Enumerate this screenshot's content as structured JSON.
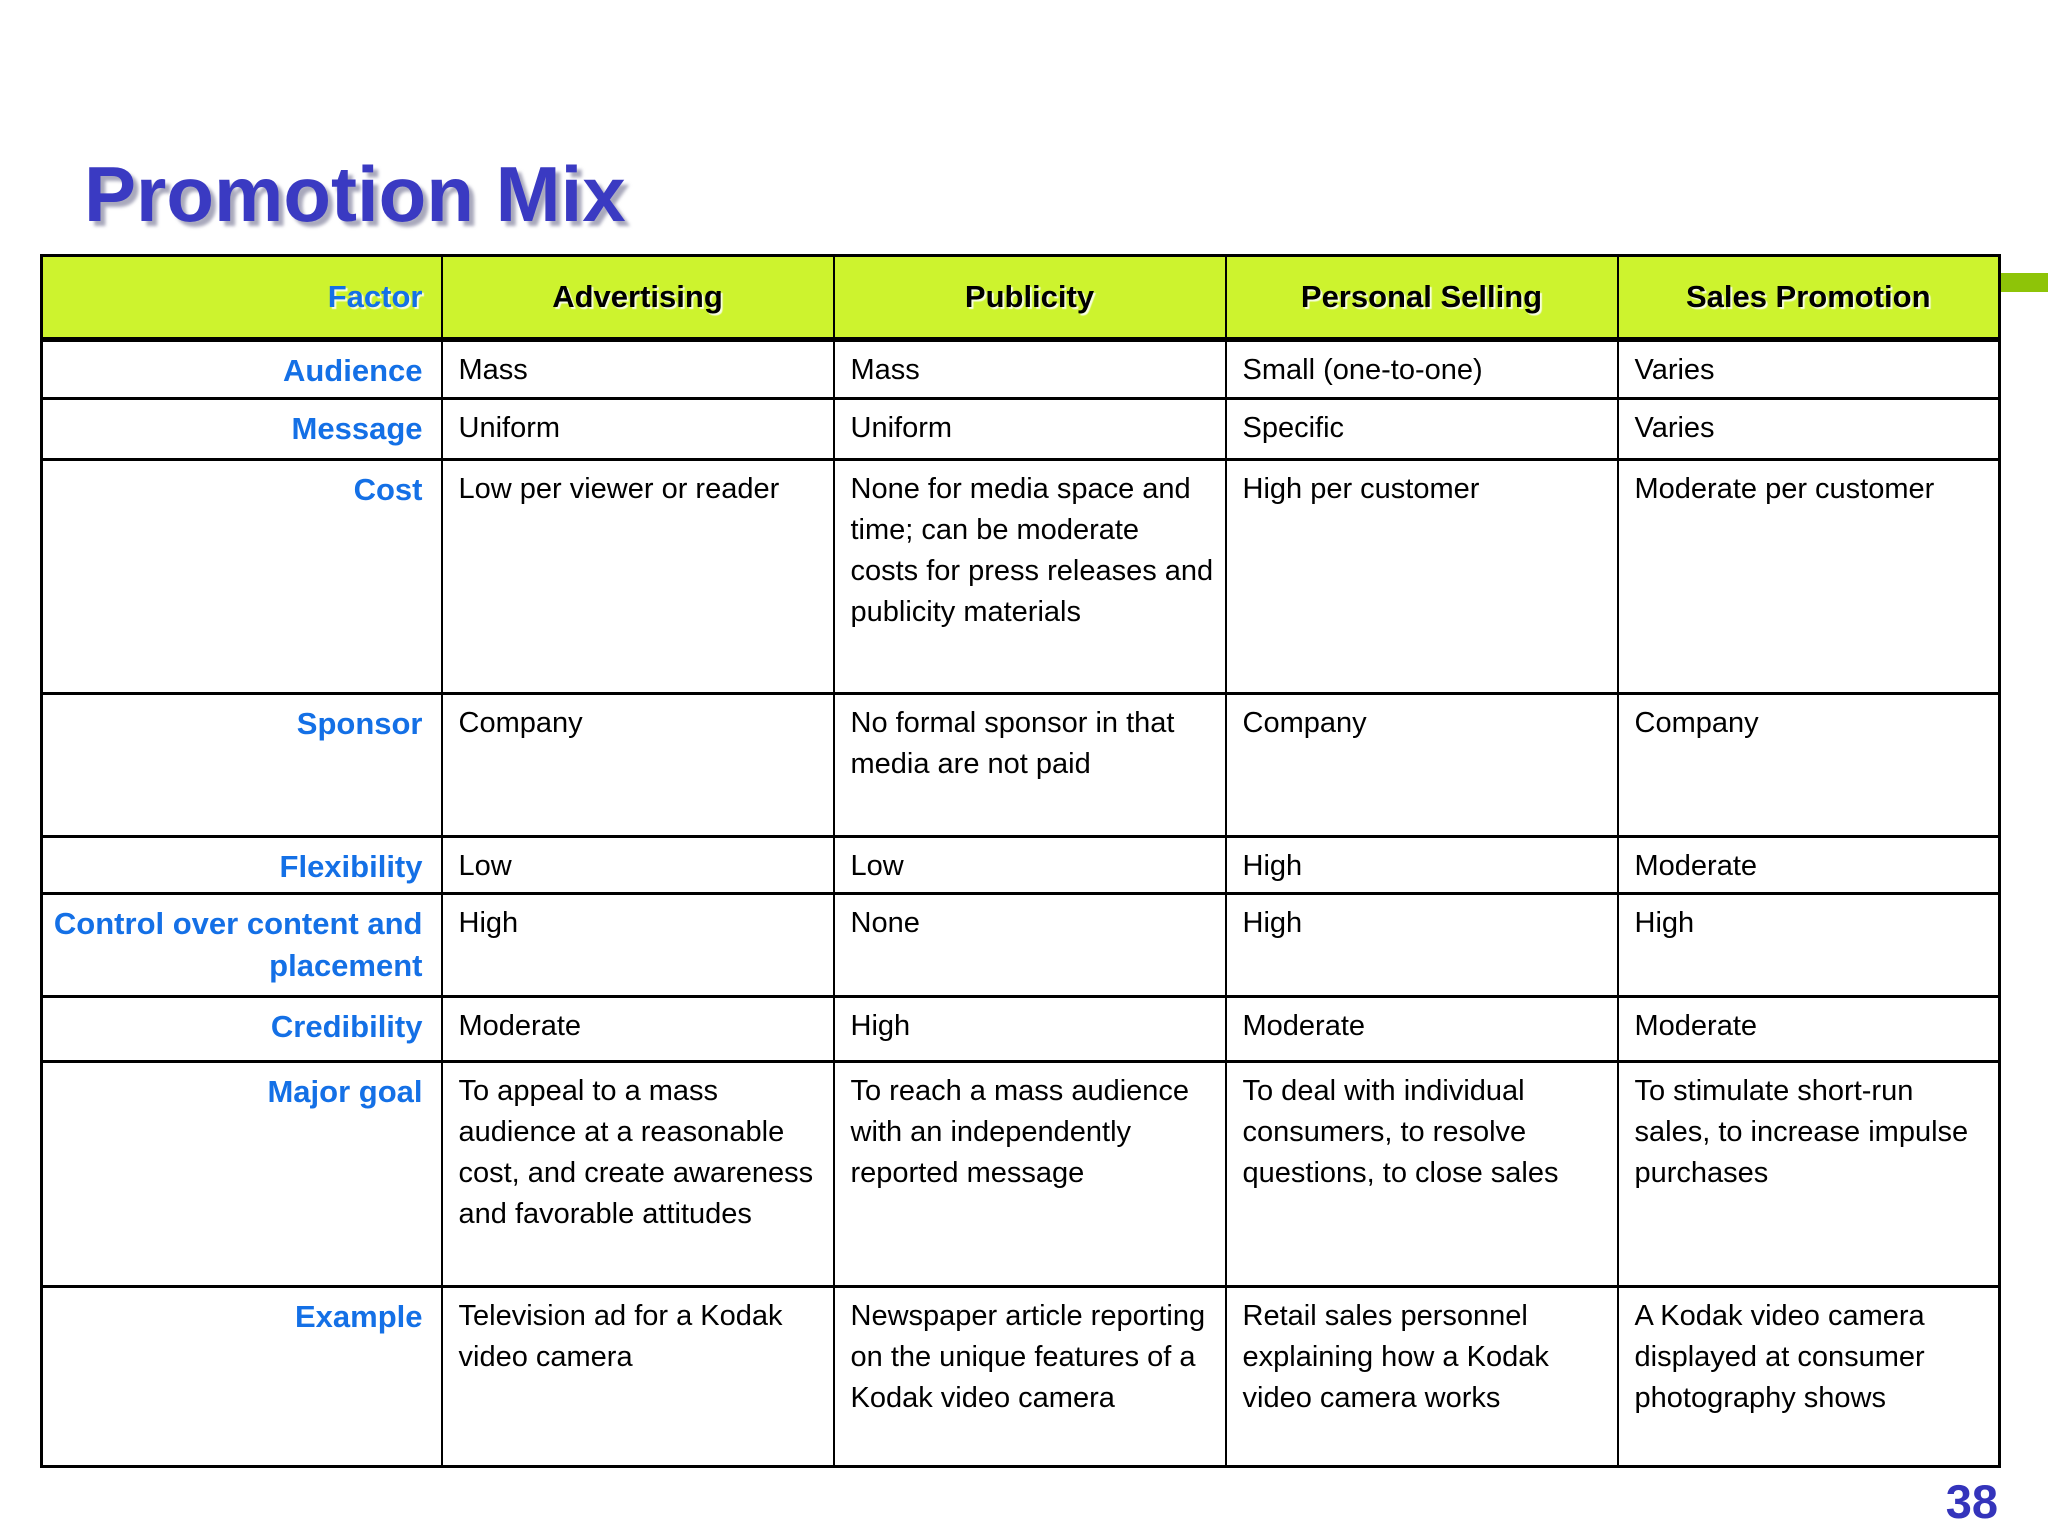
{
  "slide": {
    "title": "Promotion Mix",
    "page_number": "38"
  },
  "colors": {
    "title_blue": "#3A3AC2",
    "factor_label_blue": "#1470E6",
    "header_background_green": "#CDF32E",
    "side_tab_green": "#8EC408",
    "page_number_blue": "#3434BB",
    "table_border": "#000000"
  },
  "table": {
    "headers": [
      "Factor",
      "Advertising",
      "Publicity",
      "Personal Selling",
      "Sales Promotion"
    ],
    "rows": [
      {
        "factor": "Audience",
        "cells": [
          "Mass",
          "Mass",
          "Small (one-to-one)",
          "Varies"
        ]
      },
      {
        "factor": "Message",
        "cells": [
          "Uniform",
          "Uniform",
          "Specific",
          "Varies"
        ]
      },
      {
        "factor": "Cost",
        "cells": [
          "Low per viewer or reader",
          "None for media space and time; can be moderate costs for press releases and publicity materials",
          "High per customer",
          "Moderate per customer"
        ]
      },
      {
        "factor": "Sponsor",
        "cells": [
          "Company",
          "No formal sponsor in that media are not paid",
          "Company",
          "Company"
        ]
      },
      {
        "factor": "Flexibility",
        "cells": [
          "Low",
          "Low",
          "High",
          "Moderate"
        ]
      },
      {
        "factor": "Control over content and placement",
        "cells": [
          "High",
          "None",
          "High",
          "High"
        ]
      },
      {
        "factor": "Credibility",
        "cells": [
          "Moderate",
          "High",
          "Moderate",
          "Moderate"
        ]
      },
      {
        "factor": "Major goal",
        "cells": [
          "To appeal to a mass audience at a reasonable cost, and create awareness and favorable attitudes",
          "To reach a mass audience with an independently reported message",
          "To deal with individual consumers, to resolve questions, to close sales",
          "To stimulate short-run sales, to increase impulse purchases"
        ]
      },
      {
        "factor": "Example",
        "cells": [
          "Television ad for a Kodak video camera",
          "Newspaper article reporting on the unique features of a Kodak video camera",
          "Retail sales personnel explaining how a Kodak video camera works",
          "A Kodak video camera displayed at consumer photography shows"
        ]
      }
    ]
  }
}
